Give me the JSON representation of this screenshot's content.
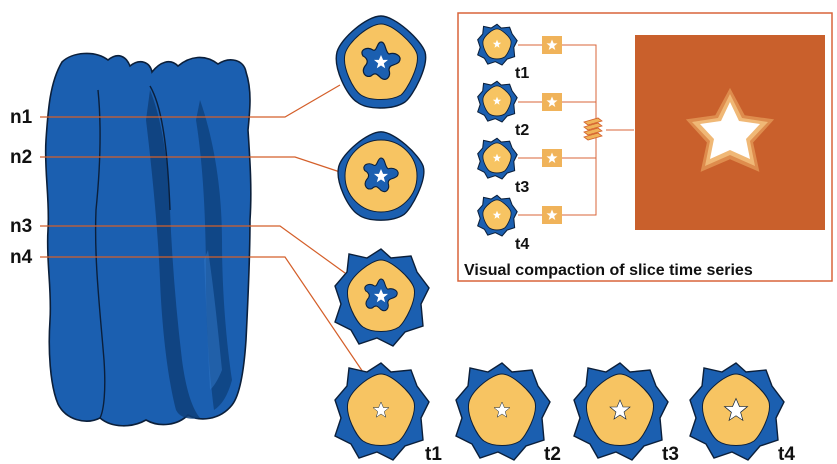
{
  "colors": {
    "protein_blue": "#1b5fb0",
    "protein_dark": "#0e3f7a",
    "outline": "#0b1f3a",
    "slice_fill": "#f7c462",
    "accent_orange": "#d45f2a",
    "panel_bg": "#c9602c",
    "panel_border": "#d9643a"
  },
  "slice_labels": {
    "n1": "n1",
    "n2": "n2",
    "n3": "n3",
    "n4": "n4"
  },
  "time_labels": {
    "t1": "t1",
    "t2": "t2",
    "t3": "t3",
    "t4": "t4"
  },
  "panel": {
    "caption": "Visual compaction of slice time series"
  },
  "icons": [
    "protein-structure-icon",
    "slice-cross-section-icon",
    "star-thumbnail-icon",
    "stack-layers-icon"
  ]
}
